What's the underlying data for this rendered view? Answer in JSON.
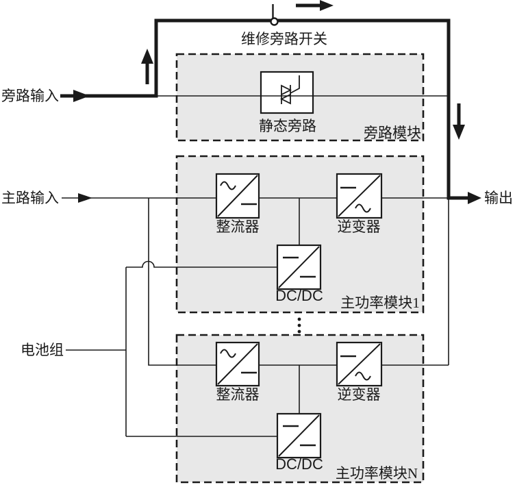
{
  "colors": {
    "line": "#1a1a1a",
    "module_fill": "#e8e8e8",
    "component_fill": "#ffffff",
    "background": "#ffffff"
  },
  "terminals": {
    "bypass_input": "旁路输入",
    "main_input": "主路输入",
    "battery": "电池组",
    "output": "输出"
  },
  "bypass_section": {
    "maintenance_switch": "维修旁路开关",
    "static_bypass": "静态旁路",
    "module_label": "旁路模块"
  },
  "module_1": {
    "rectifier": "整流器",
    "inverter": "逆变器",
    "dcdc": "DC/DC",
    "module_label": "主功率模块1"
  },
  "module_n": {
    "rectifier": "整流器",
    "inverter": "逆变器",
    "dcdc": "DC/DC",
    "module_label": "主功率模块N"
  }
}
